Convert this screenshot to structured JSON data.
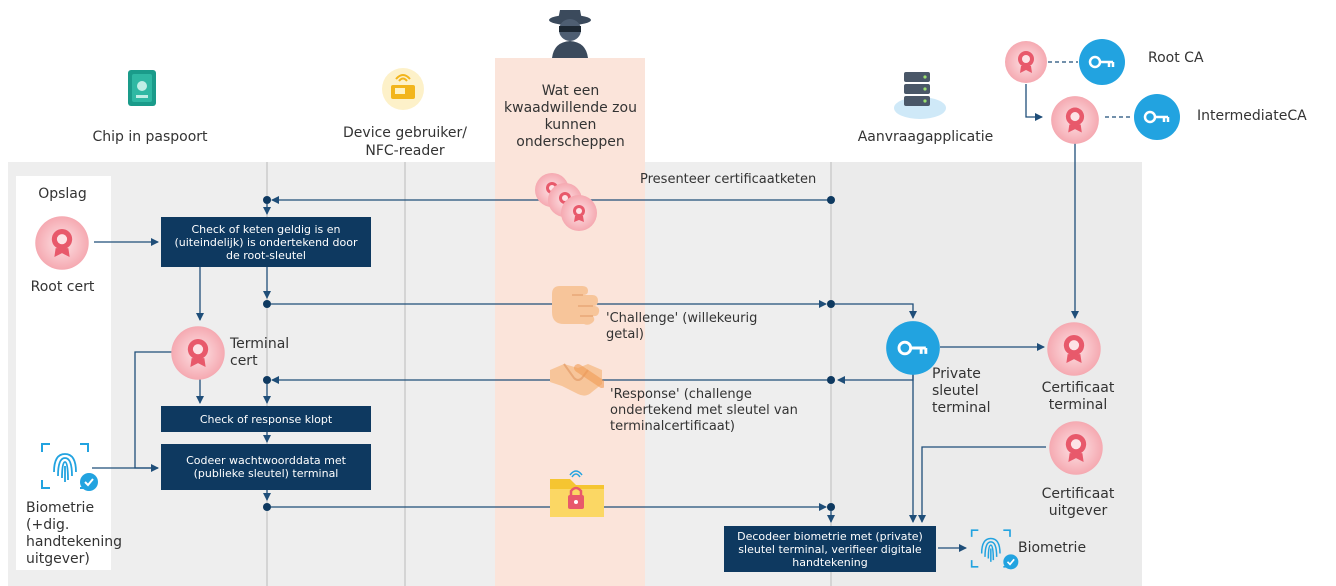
{
  "lanes": {
    "chip": "Chip in paspoort",
    "device": "Device gebruiker/ NFC-reader",
    "attacker": "Wat een kwaadwillende zou kunnen onderscheppen",
    "app": "Aanvraagapplicatie"
  },
  "storage": {
    "title": "Opslag",
    "root_cert": "Root cert",
    "biometrics": "Biometrie (+dig. handtekening uitgever)"
  },
  "boxes": {
    "check_chain": "Check of keten geldig is en (uiteindelijk) is ondertekend door de root-sleutel",
    "check_response": "Check of response klopt",
    "encode_password": "Codeer wachtwoorddata met (publieke sleutel) terminal",
    "decode_biometrics": "Decodeer biometrie met (private) sleutel terminal, verifieer digitale handtekening"
  },
  "labels": {
    "terminal_cert": "Terminal cert",
    "present_chain": "Presenteer certificaatketen",
    "challenge": "'Challenge' (willekeurig getal)",
    "response": "'Response' (challenge ondertekend met sleutel van terminalcertificaat)",
    "private_key": "Private sleutel terminal",
    "cert_terminal": "Certificaat terminal",
    "cert_issuer": "Certificaat uitgever",
    "biometrics_out": "Biometrie",
    "root_ca": "Root CA",
    "intermediate_ca": "IntermediateCA"
  },
  "colors": {
    "navy": "#0e3960",
    "arrow": "#1f4e79",
    "cert_pink": "#f6b3b9",
    "cert_core": "#e8596b",
    "key_blue": "#22a3e0",
    "attacker_band": "#fbe4da",
    "lane_bg": "#eeeeee"
  },
  "icons": [
    "passport-icon",
    "nfc-reader-icon",
    "hacker-icon",
    "server-cloud-icon",
    "certificate-icon",
    "key-icon",
    "fingerprint-icon",
    "hand-icon",
    "handshake-icon",
    "locked-folder-icon"
  ]
}
